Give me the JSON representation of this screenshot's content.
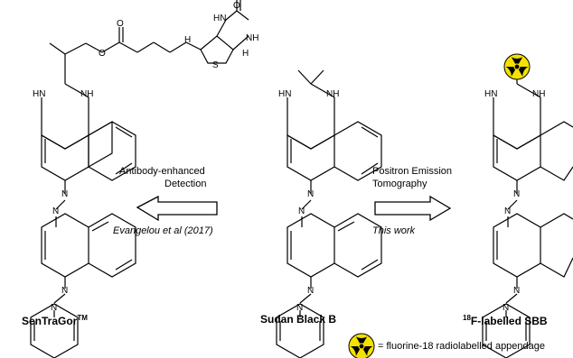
{
  "atoms": {
    "N": "N",
    "NH": "NH",
    "HN": "HN",
    "O": "O",
    "S": "S",
    "H": "H"
  },
  "left_panel": {
    "compound_name": "SenTraGor",
    "compound_superscript": "TM",
    "arrow_text_line1": "Antibody-enhanced",
    "arrow_text_line2": "Detection",
    "citation": "Evangelou et al (2017)"
  },
  "center_panel": {
    "compound_name": "Sudan Black B"
  },
  "right_panel": {
    "compound_superscript": "18",
    "compound_name": "F-labelled SBB",
    "arrow_text_line1": "Positron Emission",
    "arrow_text_line2": "Tomography",
    "note": "This work"
  },
  "legend": {
    "text": "= fluorine-18 radiolabelled appendage",
    "icon": "radiation-trefoil-icon",
    "icon_fill": "#f5e100"
  }
}
